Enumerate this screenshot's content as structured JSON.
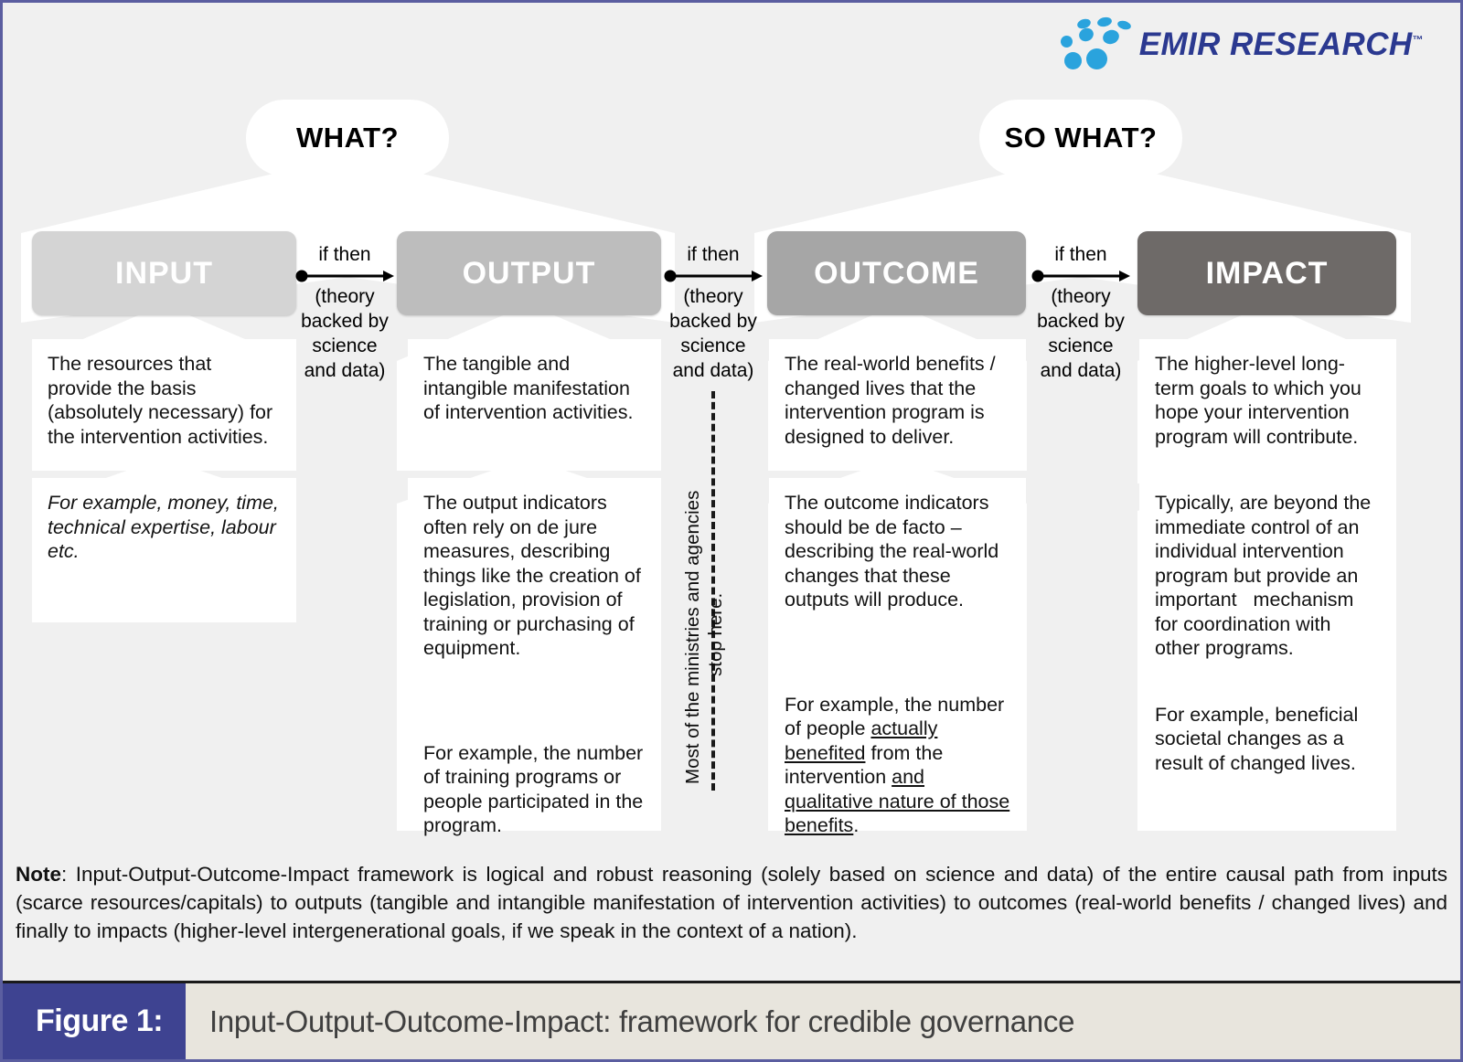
{
  "brand": {
    "name": "EMIR RESEARCH",
    "trademark": "™",
    "logo_dot_color": "#2aa3dd",
    "wordmark_color": "#2b3990"
  },
  "pills": [
    {
      "id": "what",
      "label": "WHAT?"
    },
    {
      "id": "so-what",
      "label": "SO WHAT?"
    }
  ],
  "stages": [
    {
      "id": "input",
      "label": "INPUT",
      "color": "#d4d4d4"
    },
    {
      "id": "output",
      "label": "OUTPUT",
      "color": "#bdbdbd"
    },
    {
      "id": "outcome",
      "label": "OUTCOME",
      "color": "#a6a6a6"
    },
    {
      "id": "impact",
      "label": "IMPACT",
      "color": "#6e6a68"
    }
  ],
  "connectors": {
    "line1": "if then",
    "rest": "(theory backed by science and data)"
  },
  "descriptions": {
    "input": "The resources that provide the basis (absolutely necessary) for the intervention activities.",
    "output": "The tangible and intangible manifestation of intervention activities.",
    "outcome": "The real-world benefits / changed lives that the intervention program is designed to deliver.",
    "impact": "The higher-level long-term goals to which you hope your intervention program will contribute."
  },
  "secondary": {
    "output": "The output indicators often rely on de jure measures, describing things like the creation of legislation, provision of training or purchasing of equipment.",
    "outcome": "The outcome indicators should be de facto – describing the real-world changes that these outputs will produce.",
    "impact": "Typically, are beyond the immediate control of an individual intervention program but provide an important   mechanism for coordination with other programs."
  },
  "examples": {
    "input": "For example, money, time, technical expertise, labour etc.",
    "output": "For example, the number of training programs or people participated in the program.",
    "outcome_parts": {
      "p1": "For example, the number of people ",
      "u1": "actually benefited",
      "p2": " from the intervention ",
      "u2": "and qualitative nature of those benefits",
      "p3": "."
    },
    "impact": "For example, beneficial societal changes as a result of changed lives."
  },
  "divider": {
    "line1": "Most of the ministries and agencies",
    "line2": "stop here."
  },
  "note": {
    "label": "Note",
    "body": ": Input-Output-Outcome-Impact framework is logical and robust reasoning (solely based on science and data) of the entire causal path from inputs (scarce resources/capitals) to outputs (tangible and intangible manifestation of intervention activities) to outcomes (real-world benefits / changed lives) and finally to impacts (higher-level intergenerational goals, if we speak in the context of a nation)."
  },
  "caption": {
    "number": "Figure 1:",
    "title": "Input-Output-Outcome-Impact: framework for credible governance",
    "number_bg": "#3e4391",
    "text_bg": "#e8e5dd"
  }
}
